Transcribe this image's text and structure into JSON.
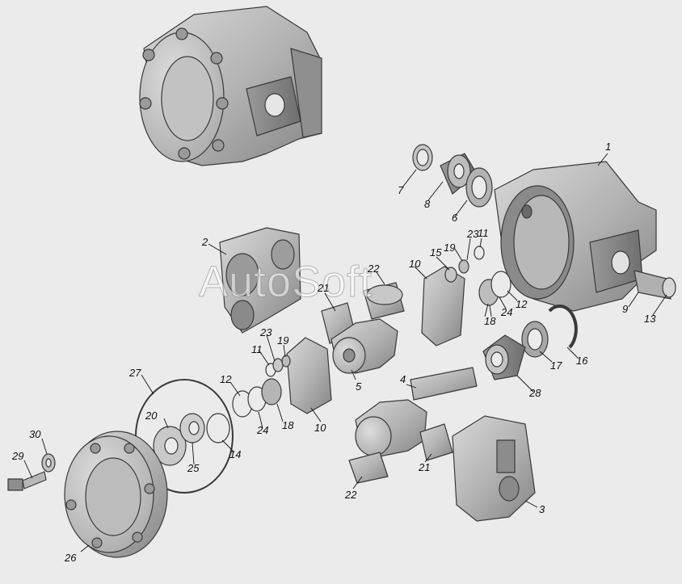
{
  "watermark": "AutoSoft",
  "colors": {
    "background": "#ebebeb",
    "part_light": "#c9c9c9",
    "part_mid": "#a9a9a9",
    "part_dark": "#7d7d7d",
    "outline": "#3a3a3a"
  },
  "callouts": [
    {
      "id": "c1",
      "text": "1"
    },
    {
      "id": "c2",
      "text": "2"
    },
    {
      "id": "c3",
      "text": "3"
    },
    {
      "id": "c4",
      "text": "4"
    },
    {
      "id": "c5",
      "text": "5"
    },
    {
      "id": "c6",
      "text": "6"
    },
    {
      "id": "c7",
      "text": "7"
    },
    {
      "id": "c8",
      "text": "8"
    },
    {
      "id": "c9",
      "text": "9"
    },
    {
      "id": "c10a",
      "text": "10"
    },
    {
      "id": "c10b",
      "text": "10"
    },
    {
      "id": "c11a",
      "text": "11"
    },
    {
      "id": "c11b",
      "text": "11"
    },
    {
      "id": "c12a",
      "text": "12"
    },
    {
      "id": "c12b",
      "text": "12"
    },
    {
      "id": "c13",
      "text": "13"
    },
    {
      "id": "c14",
      "text": "14"
    },
    {
      "id": "c15",
      "text": "15"
    },
    {
      "id": "c16",
      "text": "16"
    },
    {
      "id": "c17",
      "text": "17"
    },
    {
      "id": "c18a",
      "text": "18"
    },
    {
      "id": "c18b",
      "text": "18"
    },
    {
      "id": "c19a",
      "text": "19"
    },
    {
      "id": "c19b",
      "text": "19"
    },
    {
      "id": "c20",
      "text": "20"
    },
    {
      "id": "c21a",
      "text": "21"
    },
    {
      "id": "c21b",
      "text": "21"
    },
    {
      "id": "c22a",
      "text": "22"
    },
    {
      "id": "c22b",
      "text": "22"
    },
    {
      "id": "c23a",
      "text": "23"
    },
    {
      "id": "c23b",
      "text": "23"
    },
    {
      "id": "c24a",
      "text": "24"
    },
    {
      "id": "c24b",
      "text": "24"
    },
    {
      "id": "c25",
      "text": "25"
    },
    {
      "id": "c26",
      "text": "26"
    },
    {
      "id": "c27",
      "text": "27"
    },
    {
      "id": "c28",
      "text": "28"
    },
    {
      "id": "c29",
      "text": "29"
    },
    {
      "id": "c30",
      "text": "30"
    }
  ]
}
